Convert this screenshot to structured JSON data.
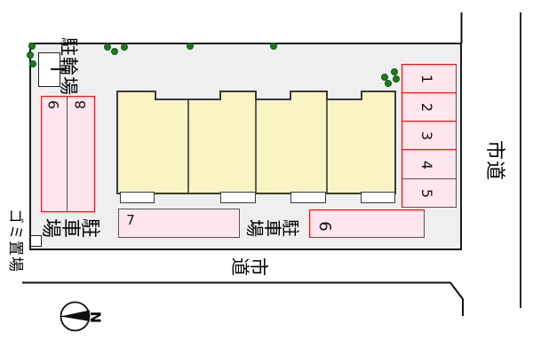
{
  "roads": {
    "right_label": "市道",
    "bottom_label": "市道"
  },
  "facilities": {
    "bicycle_parking_label": "駐輪場",
    "garbage_label": "ゴミ置場",
    "parking_label_left": "駐車場",
    "parking_label_right": "駐車場"
  },
  "compass": {
    "north_label": "N"
  },
  "stalls": [
    {
      "num": "1"
    },
    {
      "num": "2"
    },
    {
      "num": "3"
    },
    {
      "num": "4"
    },
    {
      "num": "5"
    },
    {
      "num": "6"
    },
    {
      "num": "7"
    },
    {
      "num": "8"
    },
    {
      "num": "9"
    }
  ],
  "colors": {
    "site_fill": "#efefef",
    "building_fill": "#faf3c4",
    "stall_fill": "#ffe6ee",
    "stall_border": "#ff0b0b",
    "tree_green": "#1e7a1e"
  }
}
